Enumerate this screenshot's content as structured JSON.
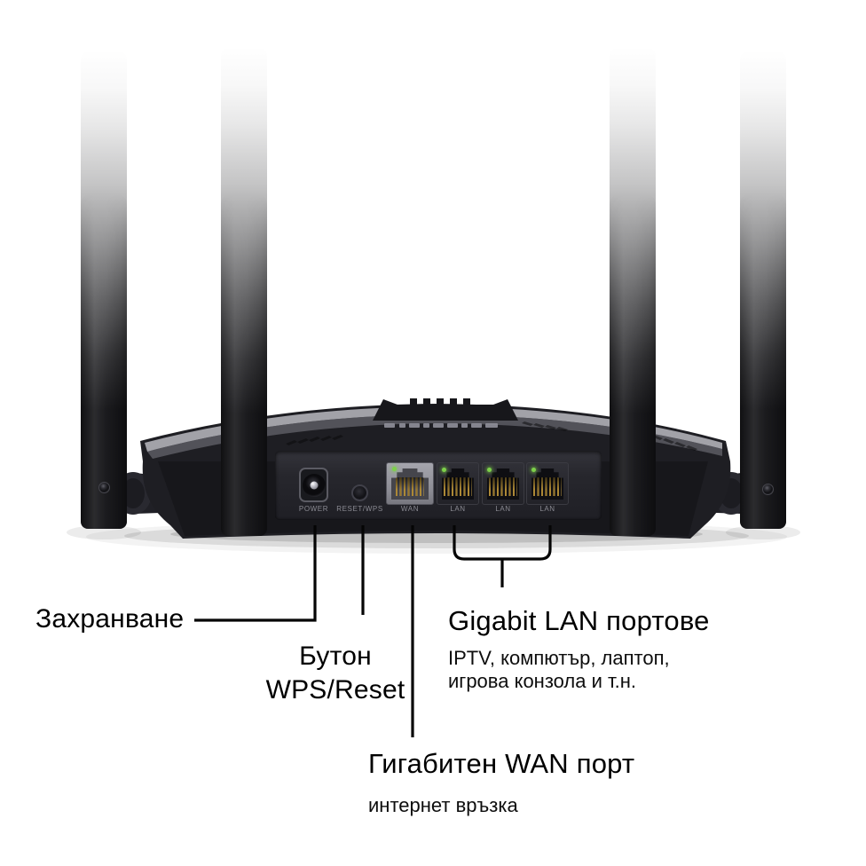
{
  "figure": {
    "type": "router-rear-annotated-diagram",
    "background": "#ffffff"
  },
  "device": {
    "name": "Wi-Fi router rear panel with four antennas",
    "antenna_count": 4,
    "colors": {
      "body": "#1e1e23",
      "panel": "#27272d",
      "wan_bezel": "#97979e",
      "pin_gold": "#caa246",
      "led_green": "#7dd14a",
      "callout_line": "#050505"
    },
    "ports": [
      {
        "label": "POWER",
        "kind": "dc-power-jack"
      },
      {
        "label": "RESET/WPS",
        "kind": "push-button"
      },
      {
        "label": "WAN",
        "kind": "rj45",
        "led": true
      },
      {
        "label": "LAN",
        "kind": "rj45",
        "led": true
      },
      {
        "label": "LAN",
        "kind": "rj45",
        "led": true
      },
      {
        "label": "LAN",
        "kind": "rj45",
        "led": true
      }
    ]
  },
  "annotations": {
    "power": {
      "label": "Захранване"
    },
    "wps_reset": {
      "lines": [
        "Бутон",
        "WPS/Reset"
      ]
    },
    "lan": {
      "title": "Gigabit LAN портове",
      "subtitle_lines": [
        "IPTV, компютър, лаптоп,",
        "игрова конзола и т.н."
      ]
    },
    "wan": {
      "title": "Гигабитен WAN порт",
      "subtitle": "интернет връзка"
    }
  }
}
